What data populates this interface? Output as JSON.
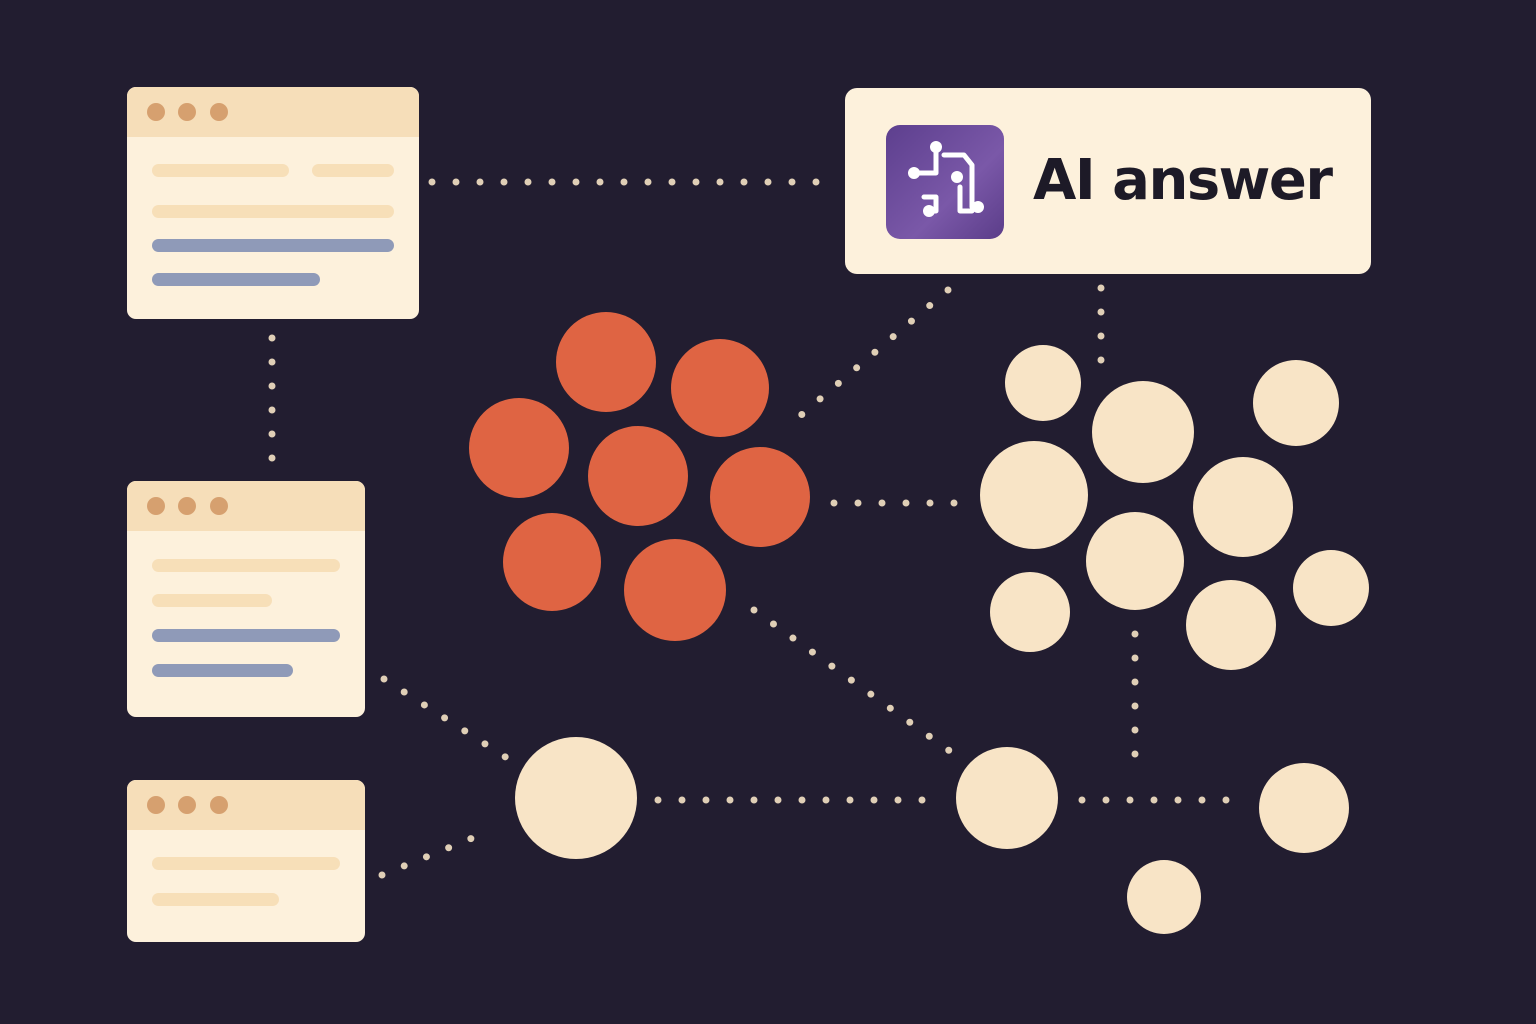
{
  "answer_card": {
    "title": "AI answer",
    "icon": "circuit-icon"
  },
  "colors": {
    "background": "#221d30",
    "card": "#fdf1dc",
    "card_header": "#f6deb9",
    "window_dot": "#d6a06f",
    "text_line": "#f7dfb8",
    "highlight_line": "#8f9ab8",
    "cluster_orange": "#df6443",
    "node_cream": "#f8e4c6",
    "connector": "#e0cfb6",
    "logo_purple": "#6a4b9a"
  },
  "source_windows": [
    {
      "name": "source-window-1",
      "window_controls": 3,
      "text_lines": 4,
      "highlighted_lines": 2
    },
    {
      "name": "source-window-2",
      "window_controls": 3,
      "text_lines": 4,
      "highlighted_lines": 2
    },
    {
      "name": "source-window-3",
      "window_controls": 3,
      "text_lines": 2,
      "highlighted_lines": 0
    }
  ],
  "clusters": [
    {
      "name": "orange-cluster",
      "color": "orange",
      "nodes": 7
    },
    {
      "name": "cream-cluster",
      "color": "cream",
      "nodes": 9
    }
  ],
  "standalone_nodes": 4
}
